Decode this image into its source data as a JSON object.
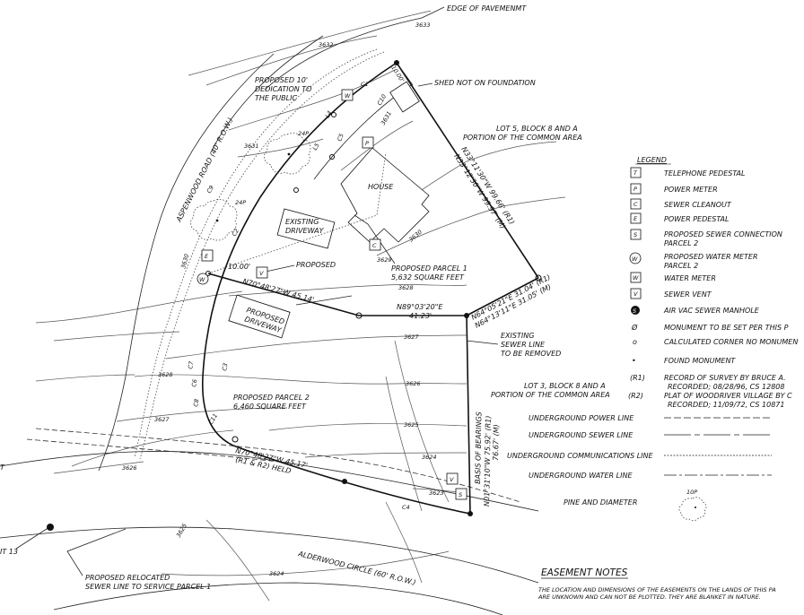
{
  "labels": {
    "edge_of_pavement": "EDGE OF PAVEMENMT",
    "shed": "SHED NOT ON FOUNDATION",
    "dedication_1": "PROPOSED 10'",
    "dedication_2": "DEDICATION TO",
    "dedication_3": "THE PUBLIC",
    "lot5_1": "LOT 5, BLOCK 8 AND A",
    "lot5_2": "PORTION OF THE COMMON AREA",
    "lot3_1": "LOT 3, BLOCK 8 AND A",
    "lot3_2": "PORTION OF THE COMMON AREA",
    "house": "HOUSE",
    "road_aspenwood": "ASPENWOOD ROAD (40' R.O.W.)",
    "road_alderwood": "ALDERWOOD CIRCLE (60' R.O.W.)",
    "existing_driveway_1": "EXISTING",
    "existing_driveway_2": "DRIVEWAY",
    "proposed_driveway_1": "PROPOSED",
    "proposed_driveway_2": "DRIVEWAY",
    "proposed": "PROPOSED",
    "parcel1_1": "PROPOSED PARCEL 1",
    "parcel1_2": "5,632 SQUARE FEET",
    "parcel2_1": "PROPOSED PARCEL 2",
    "parcel2_2": "6,460 SQUARE FEET",
    "existing_sewer_1": "EXISTING",
    "existing_sewer_2": "SEWER LINE",
    "existing_sewer_3": "TO BE REMOVED",
    "relocated_1": "PROPOSED RELOCATED",
    "relocated_2": "SEWER LINE TO SERVICE PARCEL 1",
    "basis_of_bearings": "BASIS OF BEARINGS",
    "lot13": "IT 13",
    "lot_t": "T",
    "pine_24p_a": "24P",
    "pine_24p_b": "24P",
    "dim_10_top": "10.00'",
    "dim_10_left": "10.00'"
  },
  "bearings": {
    "east_1": "N33°11'30\"W 99.66' (R1)",
    "east_2": "N33°12'30\"W 99.97' (M)",
    "parcel_line": "N70°48'27\"W 45.14'",
    "inner_line_1": "N89°03'20\"E",
    "inner_line_2": "41.23'",
    "ne_1": "N64°05'21\"E 31.04' (R1)",
    "ne_2": "N64°13'11\"E 31.05' (M)",
    "south_1": "N70°48'27\"W 45.17'",
    "south_2": "(R1 & R2) HELD",
    "west_1": "N01°31'10\"W 75.92' (R1)",
    "west_2": "76.67' (M)"
  },
  "contours": [
    "3633",
    "3632",
    "3631",
    "3631",
    "3630",
    "3630",
    "3629",
    "3628",
    "3628",
    "3627",
    "3627",
    "3626",
    "3626",
    "3625",
    "3624",
    "3623",
    "3625",
    "3624"
  ],
  "curve_labels": [
    "C1",
    "C2",
    "C3",
    "C4",
    "C5",
    "C6",
    "C7",
    "C8",
    "C9",
    "C10",
    "C11",
    "L4",
    "L5"
  ],
  "markers": [
    "W",
    "P",
    "C",
    "E",
    "V",
    "V",
    "S",
    "W"
  ],
  "legend": {
    "title": "LEGEND",
    "items": [
      {
        "symbol": "T",
        "label": "TELEPHONE PEDESTAL"
      },
      {
        "symbol": "P",
        "label": "POWER METER"
      },
      {
        "symbol": "C",
        "label": "SEWER CLEANOUT"
      },
      {
        "symbol": "E",
        "label": "POWER PEDESTAL"
      },
      {
        "symbol": "S",
        "label": "PROPOSED SEWER CONNECTION",
        "label2": "PARCEL 2"
      },
      {
        "symbol": "W",
        "label": "PROPOSED WATER METER",
        "label2": "PARCEL 2"
      },
      {
        "symbol": "W",
        "label": "WATER METER"
      },
      {
        "symbol": "V",
        "label": "SEWER VENT"
      },
      {
        "symbol": "S",
        "label": "AIR VAC SEWER MANHOLE"
      },
      {
        "symbol": "Ø",
        "label": "MONUMENT TO BE SET PER THIS P"
      },
      {
        "symbol": "o",
        "label": "CALCULATED CORNER NO MONUMEN"
      },
      {
        "symbol": "•",
        "label": "FOUND MONUMENT"
      },
      {
        "symbol": "(R1)",
        "label": "RECORD OF SURVEY BY BRUCE A.",
        "label2": "RECORDED; 08/28/96, CS 12808"
      },
      {
        "symbol": "(R2)",
        "label": "PLAT OF WOODRIVER VILLAGE BY C",
        "label2": "RECORDED; 11/09/72, CS 10871"
      }
    ],
    "lines": [
      {
        "label": "UNDERGROUND POWER LINE"
      },
      {
        "label": "UNDERGROUND SEWER LINE"
      },
      {
        "label": "UNDERGROUND COMMUNICATIONS LINE"
      },
      {
        "label": "UNDERGROUND WATER LINE"
      },
      {
        "label": "PINE AND DIAMETER",
        "sample": "10P"
      }
    ]
  },
  "easement": {
    "title": "EASEMENT NOTES",
    "line1": "THE LOCATION AND DIMENSIONS OF THE EASEMENTS ON THE LANDS OF THIS PA",
    "line2": "ARE UNKNOWN AND CAN NOT BE PLOTTED.  THEY ARE BLANKET IN NATURE."
  }
}
